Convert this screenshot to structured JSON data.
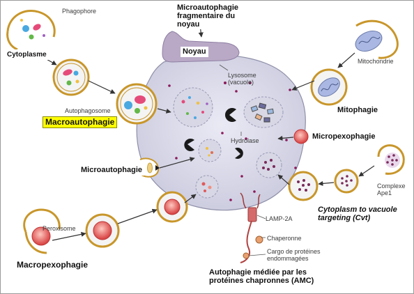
{
  "labels": {
    "phagophore": "Phagophore",
    "cytoplasme": "Cytoplasme",
    "autophagosome": "Autophagosome",
    "lysosome": "Lysosome\n(vacuole)",
    "hydrolase": "Hydrolase",
    "mitochondrie": "Mitochondrie",
    "complexe_ape1": "Complexe\nApe1",
    "peroxisome": "Peroxisome",
    "lamp2a": "LAMP-2A",
    "chaperonne": "Chaperonne",
    "cargo": "Cargo de protéines\nendommagées"
  },
  "processes": {
    "macroautophagie": "Macroautophagie",
    "microautophagie_fragmentaire": "Microautophagie\nfragmentaire du\nnoyau",
    "noyau": "Noyau",
    "mitophagie": "Mitophagie",
    "micropexophagie": "Micropexophagie",
    "microautophagie": "Microautophagie",
    "cvt": "Cytoplasm to vacuole\ntargeting (Cvt)",
    "macropexophagie": "Macropexophagie",
    "amc": "Autophagie médiée par les\nprotéines chapronnes (AMC)"
  },
  "colors": {
    "membrane": "#c8962a",
    "vacuole": "#dcdcec",
    "highlight": "#ffff00",
    "peroxisome": "#e05a5a"
  }
}
